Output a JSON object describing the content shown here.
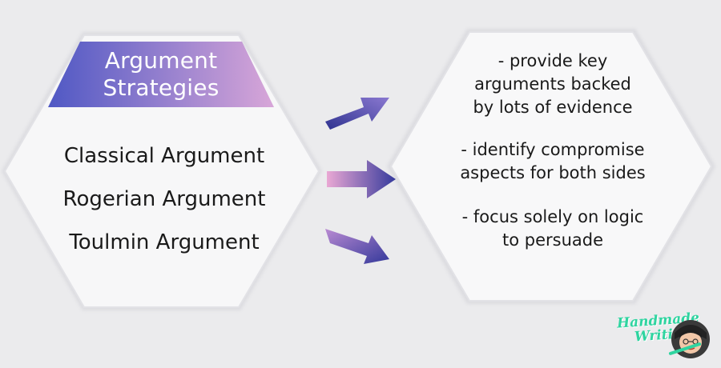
{
  "title": {
    "line1": "Argument",
    "line2": "Strategies"
  },
  "strategies": [
    "Classical Argument",
    "Rogerian Argument",
    "Toulmin Argument"
  ],
  "points": [
    {
      "line1": "- provide key",
      "line2": "arguments backed",
      "line3": "by lots of evidence"
    },
    {
      "line1": "- identify compromise",
      "line2": "aspects for both sides"
    },
    {
      "line1": "- focus solely on logic",
      "line2": "to persuade"
    }
  ],
  "logo": {
    "line1": "Handmade",
    "line2": "Writing"
  },
  "colors": {
    "title_gradient_start": "#4f58c4",
    "title_gradient_end": "#d8a6d8",
    "arrow_dark": "#34389a",
    "arrow_light": "#e2a6d2",
    "logo_green": "#2fd4a0"
  }
}
